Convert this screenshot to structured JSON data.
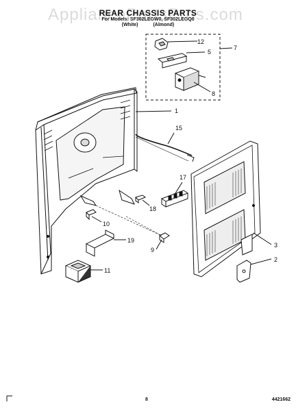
{
  "watermark": "AppliancePartsPros.com",
  "header": {
    "title": "REAR CHASSIS PARTS",
    "subtitle": "For Models: SF302LEGW0, SF302LEGQ0",
    "variant_white": "(White)",
    "variant_almond": "(Almond)"
  },
  "callouts": {
    "c1": "1",
    "c2": "2",
    "c3": "3",
    "c5": "5",
    "c7": "7",
    "c8": "8",
    "c9": "9",
    "c10": "10",
    "c11": "11",
    "c12": "12",
    "c15": "15",
    "c17": "17",
    "c18": "18",
    "c19": "19"
  },
  "footer": {
    "page": "8",
    "code": "4421662"
  }
}
